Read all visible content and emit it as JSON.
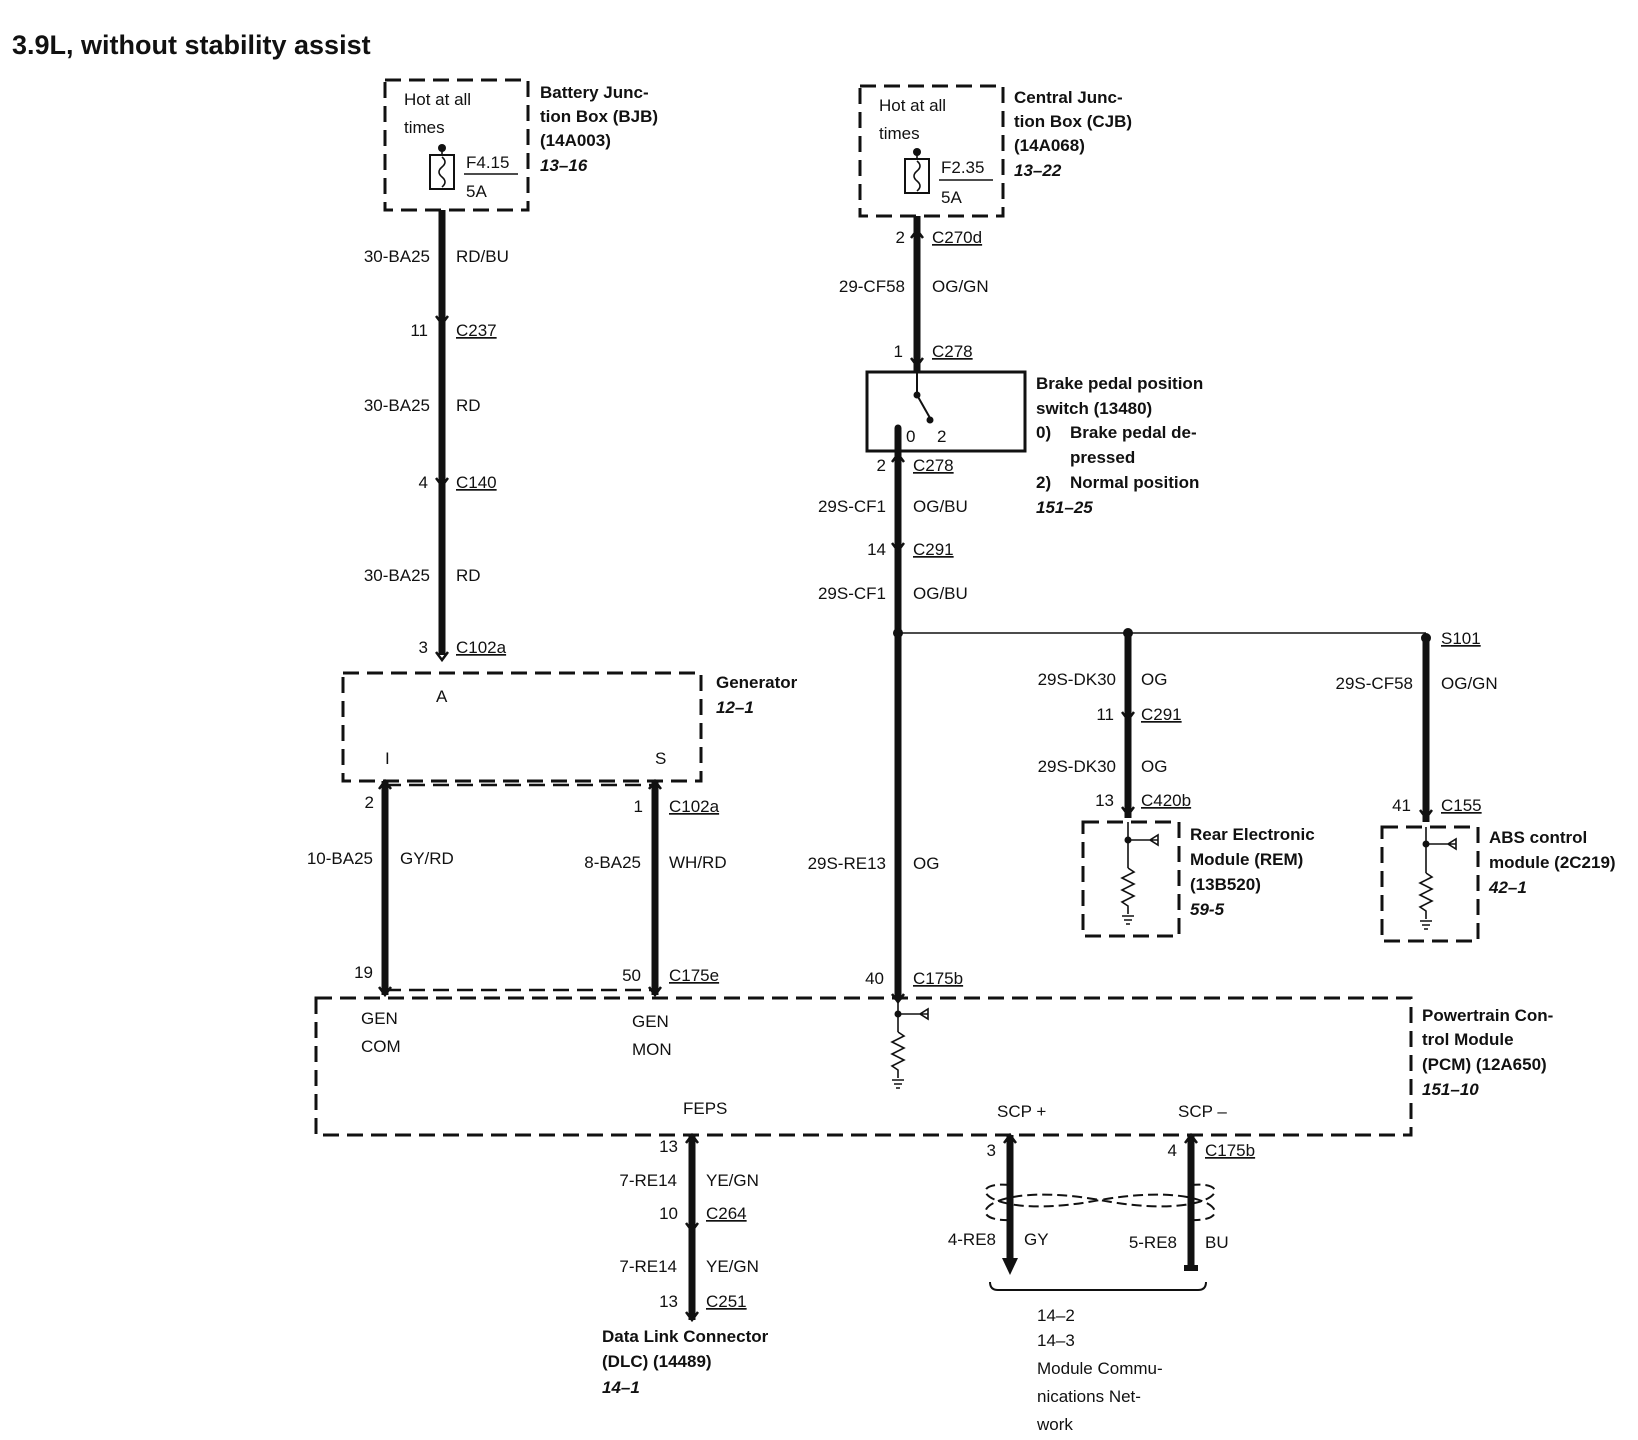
{
  "title": "3.9L, without stability assist",
  "bjb": {
    "hot_line1": "Hot at all",
    "hot_line2": "times",
    "fuse": "F4.15",
    "amps": "5A",
    "name1": "Battery Junc-",
    "name2": "tion Box (BJB)",
    "part": "(14A003)",
    "ref": "13–16"
  },
  "cjb": {
    "hot_line1": "Hot at all",
    "hot_line2": "times",
    "fuse": "F2.35",
    "amps": "5A",
    "name1": "Central Junc-",
    "name2": "tion Box (CJB)",
    "part": "(14A068)",
    "ref": "13–22"
  },
  "left_circuit": {
    "w1_circuit": "30-BA25",
    "w1_color": "RD/BU",
    "c237_pin": "11",
    "c237": "C237",
    "w2_circuit": "30-BA25",
    "w2_color": "RD",
    "c140_pin": "4",
    "c140": "C140",
    "w3_circuit": "30-BA25",
    "w3_color": "RD",
    "c102a_pin": "3",
    "c102a": "C102a"
  },
  "generator": {
    "name": "Generator",
    "ref": "12–1",
    "term_a": "A",
    "term_i": "I",
    "term_s": "S"
  },
  "gen_wires": {
    "i_pin": "2",
    "s_pin": "1",
    "s_conn": "C102a",
    "i_circuit": "10-BA25",
    "i_color": "GY/RD",
    "s_circuit": "8-BA25",
    "s_color": "WH/RD",
    "pcm_i_pin": "19",
    "pcm_s_pin": "50",
    "pcm_s_conn": "C175e"
  },
  "center_circuit": {
    "c270d_pin": "2",
    "c270d": "C270d",
    "w1_circuit": "29-CF58",
    "w1_color": "OG/GN",
    "c278_in_pin": "1",
    "c278_in": "C278",
    "c278_out_pin": "2",
    "c278_out": "C278",
    "w2_circuit": "29S-CF1",
    "w2_color": "OG/BU",
    "c291_pin": "14",
    "c291": "C291",
    "w3_circuit": "29S-CF1",
    "w3_color": "OG/BU",
    "w4_circuit": "29S-RE13",
    "w4_color": "OG",
    "pcm_pin": "40",
    "pcm_conn": "C175b"
  },
  "brake_switch": {
    "name1": "Brake pedal position",
    "name2": "switch (13480)",
    "state0_num": "0)",
    "state0_a": "Brake pedal de-",
    "state0_b": "pressed",
    "state2_num": "2)",
    "state2": "Normal position",
    "ref": "151–25",
    "pos0": "0",
    "pos2": "2"
  },
  "rem_branch": {
    "w1_circuit": "29S-DK30",
    "w1_color": "OG",
    "c291_pin": "11",
    "c291": "C291",
    "w2_circuit": "29S-DK30",
    "w2_color": "OG",
    "c420b_pin": "13",
    "c420b": "C420b",
    "name1": "Rear Electronic",
    "name2": "Module (REM)",
    "part": "(13B520)",
    "ref": "59-5"
  },
  "abs_branch": {
    "splice": "S101",
    "w_circuit": "29S-CF58",
    "w_color": "OG/GN",
    "c155_pin": "41",
    "c155": "C155",
    "name1": "ABS control",
    "name2": "module (2C219)",
    "ref": "42–1"
  },
  "pcm": {
    "gen_com_1": "GEN",
    "gen_com_2": "COM",
    "gen_mon_1": "GEN",
    "gen_mon_2": "MON",
    "feps": "FEPS",
    "scp_plus": "SCP +",
    "scp_minus": "SCP –",
    "name1": "Powertrain Con-",
    "name2": "trol Module",
    "name3": "(PCM) (12A650)",
    "ref": "151–10"
  },
  "dlc_circuit": {
    "pcm_pin": "13",
    "w1_circuit": "7-RE14",
    "w1_color": "YE/GN",
    "c264_pin": "10",
    "c264": "C264",
    "w2_circuit": "7-RE14",
    "w2_color": "YE/GN",
    "c251_pin": "13",
    "c251": "C251",
    "name1": "Data Link Connector",
    "name2": "(DLC) (14489)",
    "ref": "14–1"
  },
  "scp_circuit": {
    "plus_pin": "3",
    "minus_pin": "4",
    "conn": "C175b",
    "plus_circuit": "4-RE8",
    "plus_color": "GY",
    "minus_circuit": "5-RE8",
    "minus_color": "BU",
    "ref1": "14–2",
    "ref2": "14–3",
    "net1": "Module Commu-",
    "net2": "nications Net-",
    "net3": "work"
  }
}
